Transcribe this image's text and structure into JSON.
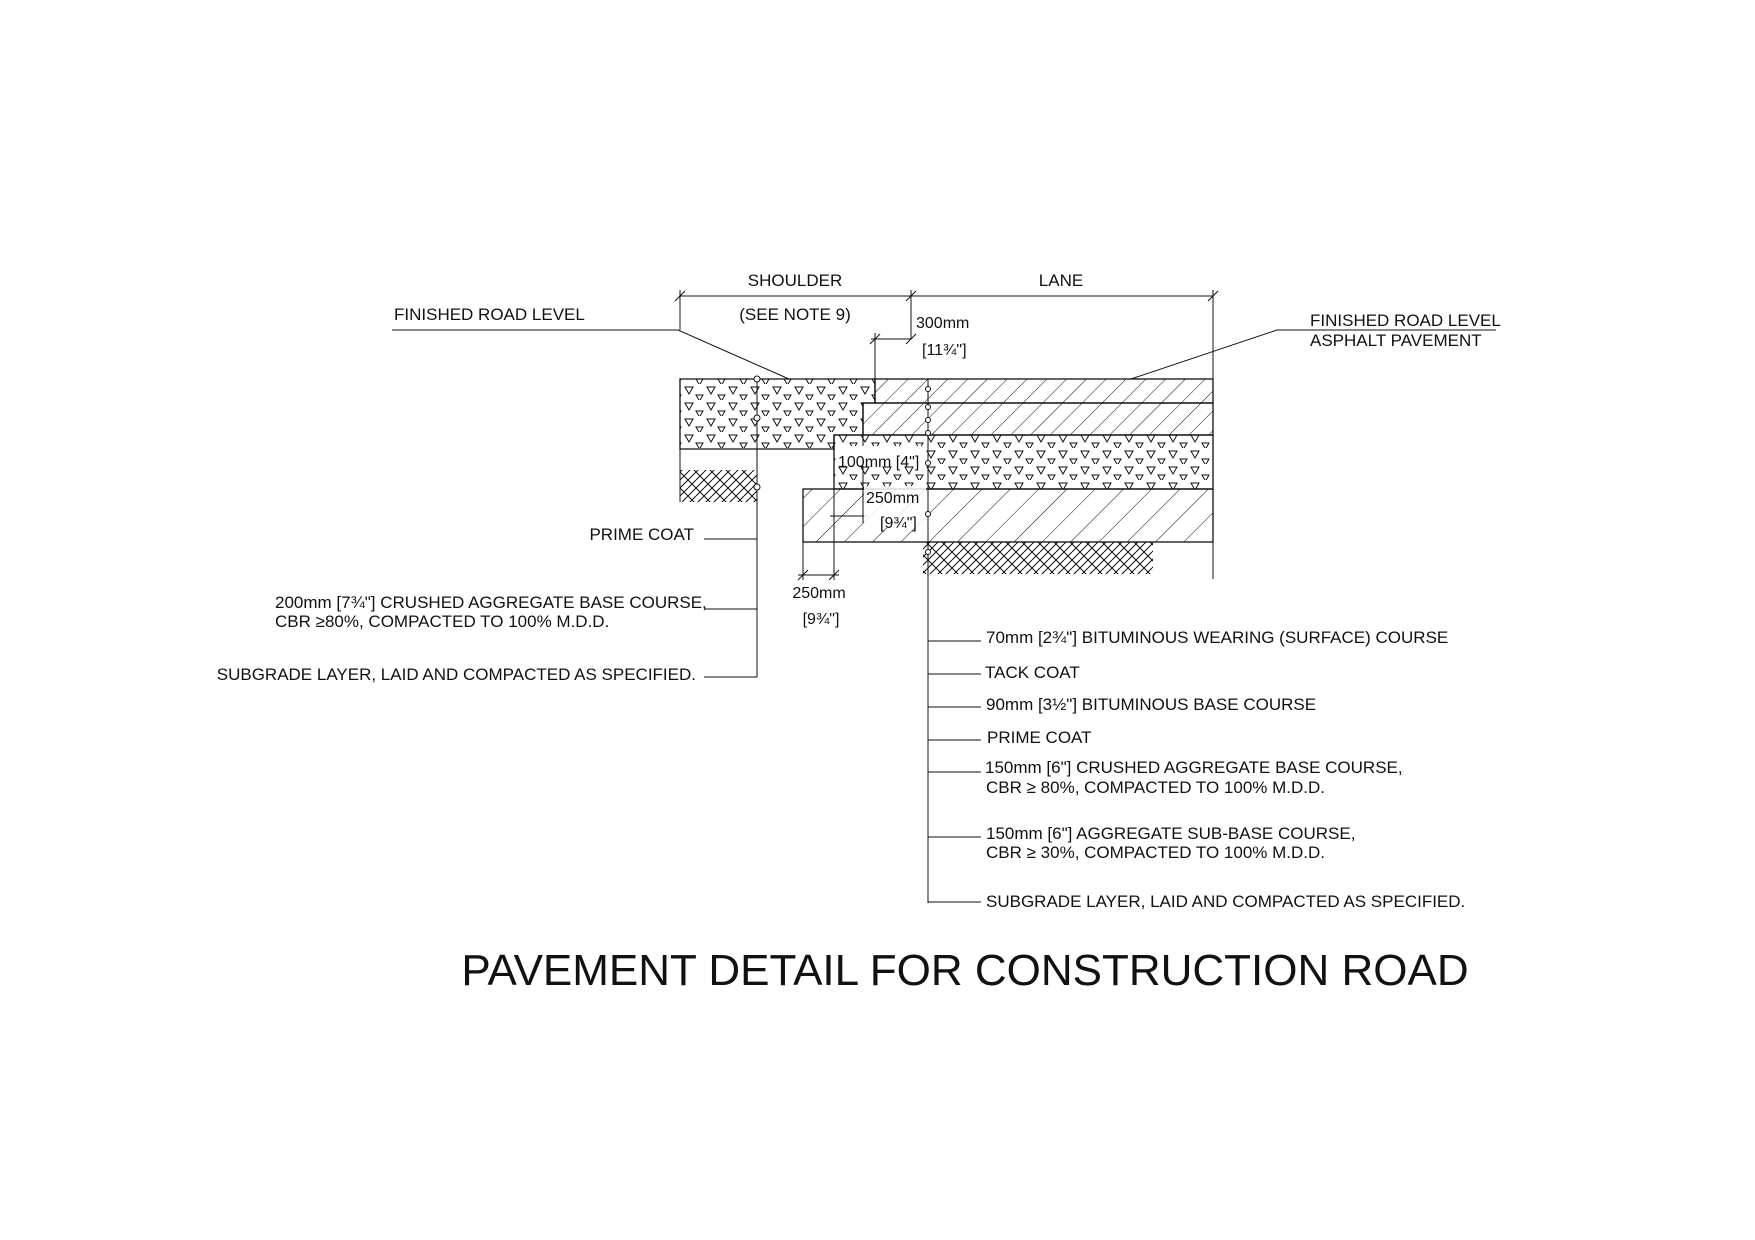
{
  "title": "PAVEMENT DETAIL FOR CONSTRUCTION ROAD",
  "dimensions": {
    "shoulder": "SHOULDER",
    "see_note": "(SEE NOTE 9)",
    "lane": "LANE",
    "d300": "300mm",
    "d300_in": "[11¾\"]",
    "d100": "100mm [4\"]",
    "d250_a": "250mm",
    "d250_a_in": "[9¾\"]",
    "d250_b": "250mm",
    "d250_b_in": "[9¾\"]"
  },
  "callouts_top": {
    "left": "FINISHED ROAD LEVEL",
    "right_1": "FINISHED ROAD LEVEL",
    "right_2": "ASPHALT PAVEMENT"
  },
  "shoulder_labels": [
    {
      "lines": [
        "PRIME COAT"
      ]
    },
    {
      "lines": [
        "200mm [7¾\"] CRUSHED AGGREGATE BASE COURSE,",
        "CBR ≥80%, COMPACTED TO 100% M.D.D."
      ]
    },
    {
      "lines": [
        "SUBGRADE LAYER, LAID AND COMPACTED AS SPECIFIED."
      ]
    }
  ],
  "lane_labels": [
    {
      "lines": [
        "70mm [2¾\"] BITUMINOUS WEARING (SURFACE) COURSE"
      ]
    },
    {
      "lines": [
        "TACK COAT"
      ]
    },
    {
      "lines": [
        "90mm [3½\"] BITUMINOUS BASE COURSE"
      ]
    },
    {
      "lines": [
        "PRIME COAT"
      ]
    },
    {
      "lines": [
        "150mm [6\"] CRUSHED AGGREGATE BASE COURSE,",
        "CBR ≥ 80%,  COMPACTED TO 100% M.D.D."
      ]
    },
    {
      "lines": [
        "150mm [6\"] AGGREGATE SUB-BASE COURSE,",
        "CBR ≥ 30%,  COMPACTED TO 100% M.D.D."
      ]
    },
    {
      "lines": [
        "SUBGRADE LAYER, LAID AND COMPACTED AS SPECIFIED."
      ]
    }
  ]
}
